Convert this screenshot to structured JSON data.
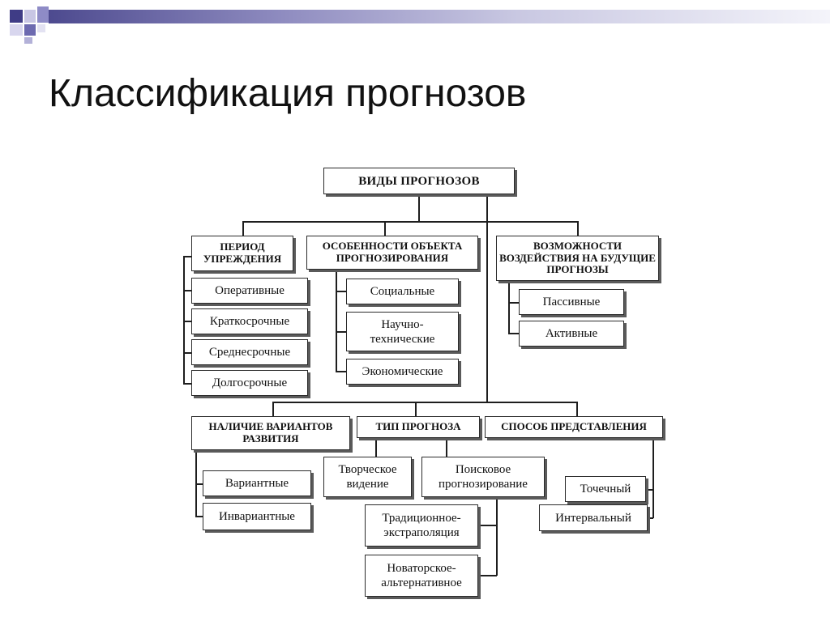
{
  "slide": {
    "title": "Классификация прогнозов"
  },
  "diagram": {
    "root": "ВИДЫ ПРОГНОЗОВ",
    "groups": {
      "period": {
        "label": "ПЕРИОД УПРЕЖДЕНИЯ",
        "items": [
          "Оперативные",
          "Краткосрочные",
          "Среднесрочные",
          "Долгосрочные"
        ]
      },
      "object": {
        "label": "ОСОБЕННОСТИ ОБЪЕКТА ПРОГНОЗИРОВАНИЯ",
        "items": [
          "Социальные",
          "Научно-технические",
          "Экономические"
        ]
      },
      "influence": {
        "label": "ВОЗМОЖНОСТИ ВОЗДЕЙСТВИЯ НА БУДУЩИЕ ПРОГНОЗЫ",
        "items": [
          "Пассивные",
          "Активные"
        ]
      },
      "variants": {
        "label": "НАЛИЧИЕ ВАРИАНТОВ РАЗВИТИЯ",
        "items": [
          "Вариантные",
          "Инвариантные"
        ]
      },
      "type": {
        "label": "ТИП ПРОГНОЗА",
        "items": [
          "Творческое видение",
          "Поисковое прогнозирование"
        ],
        "subitems": [
          "Традиционное-экстраполяция",
          "Новаторское-альтернативное"
        ]
      },
      "presentation": {
        "label": "СПОСОБ ПРЕДСТАВЛЕНИЯ",
        "items": [
          "Точечный",
          "Интервальный"
        ]
      }
    }
  }
}
